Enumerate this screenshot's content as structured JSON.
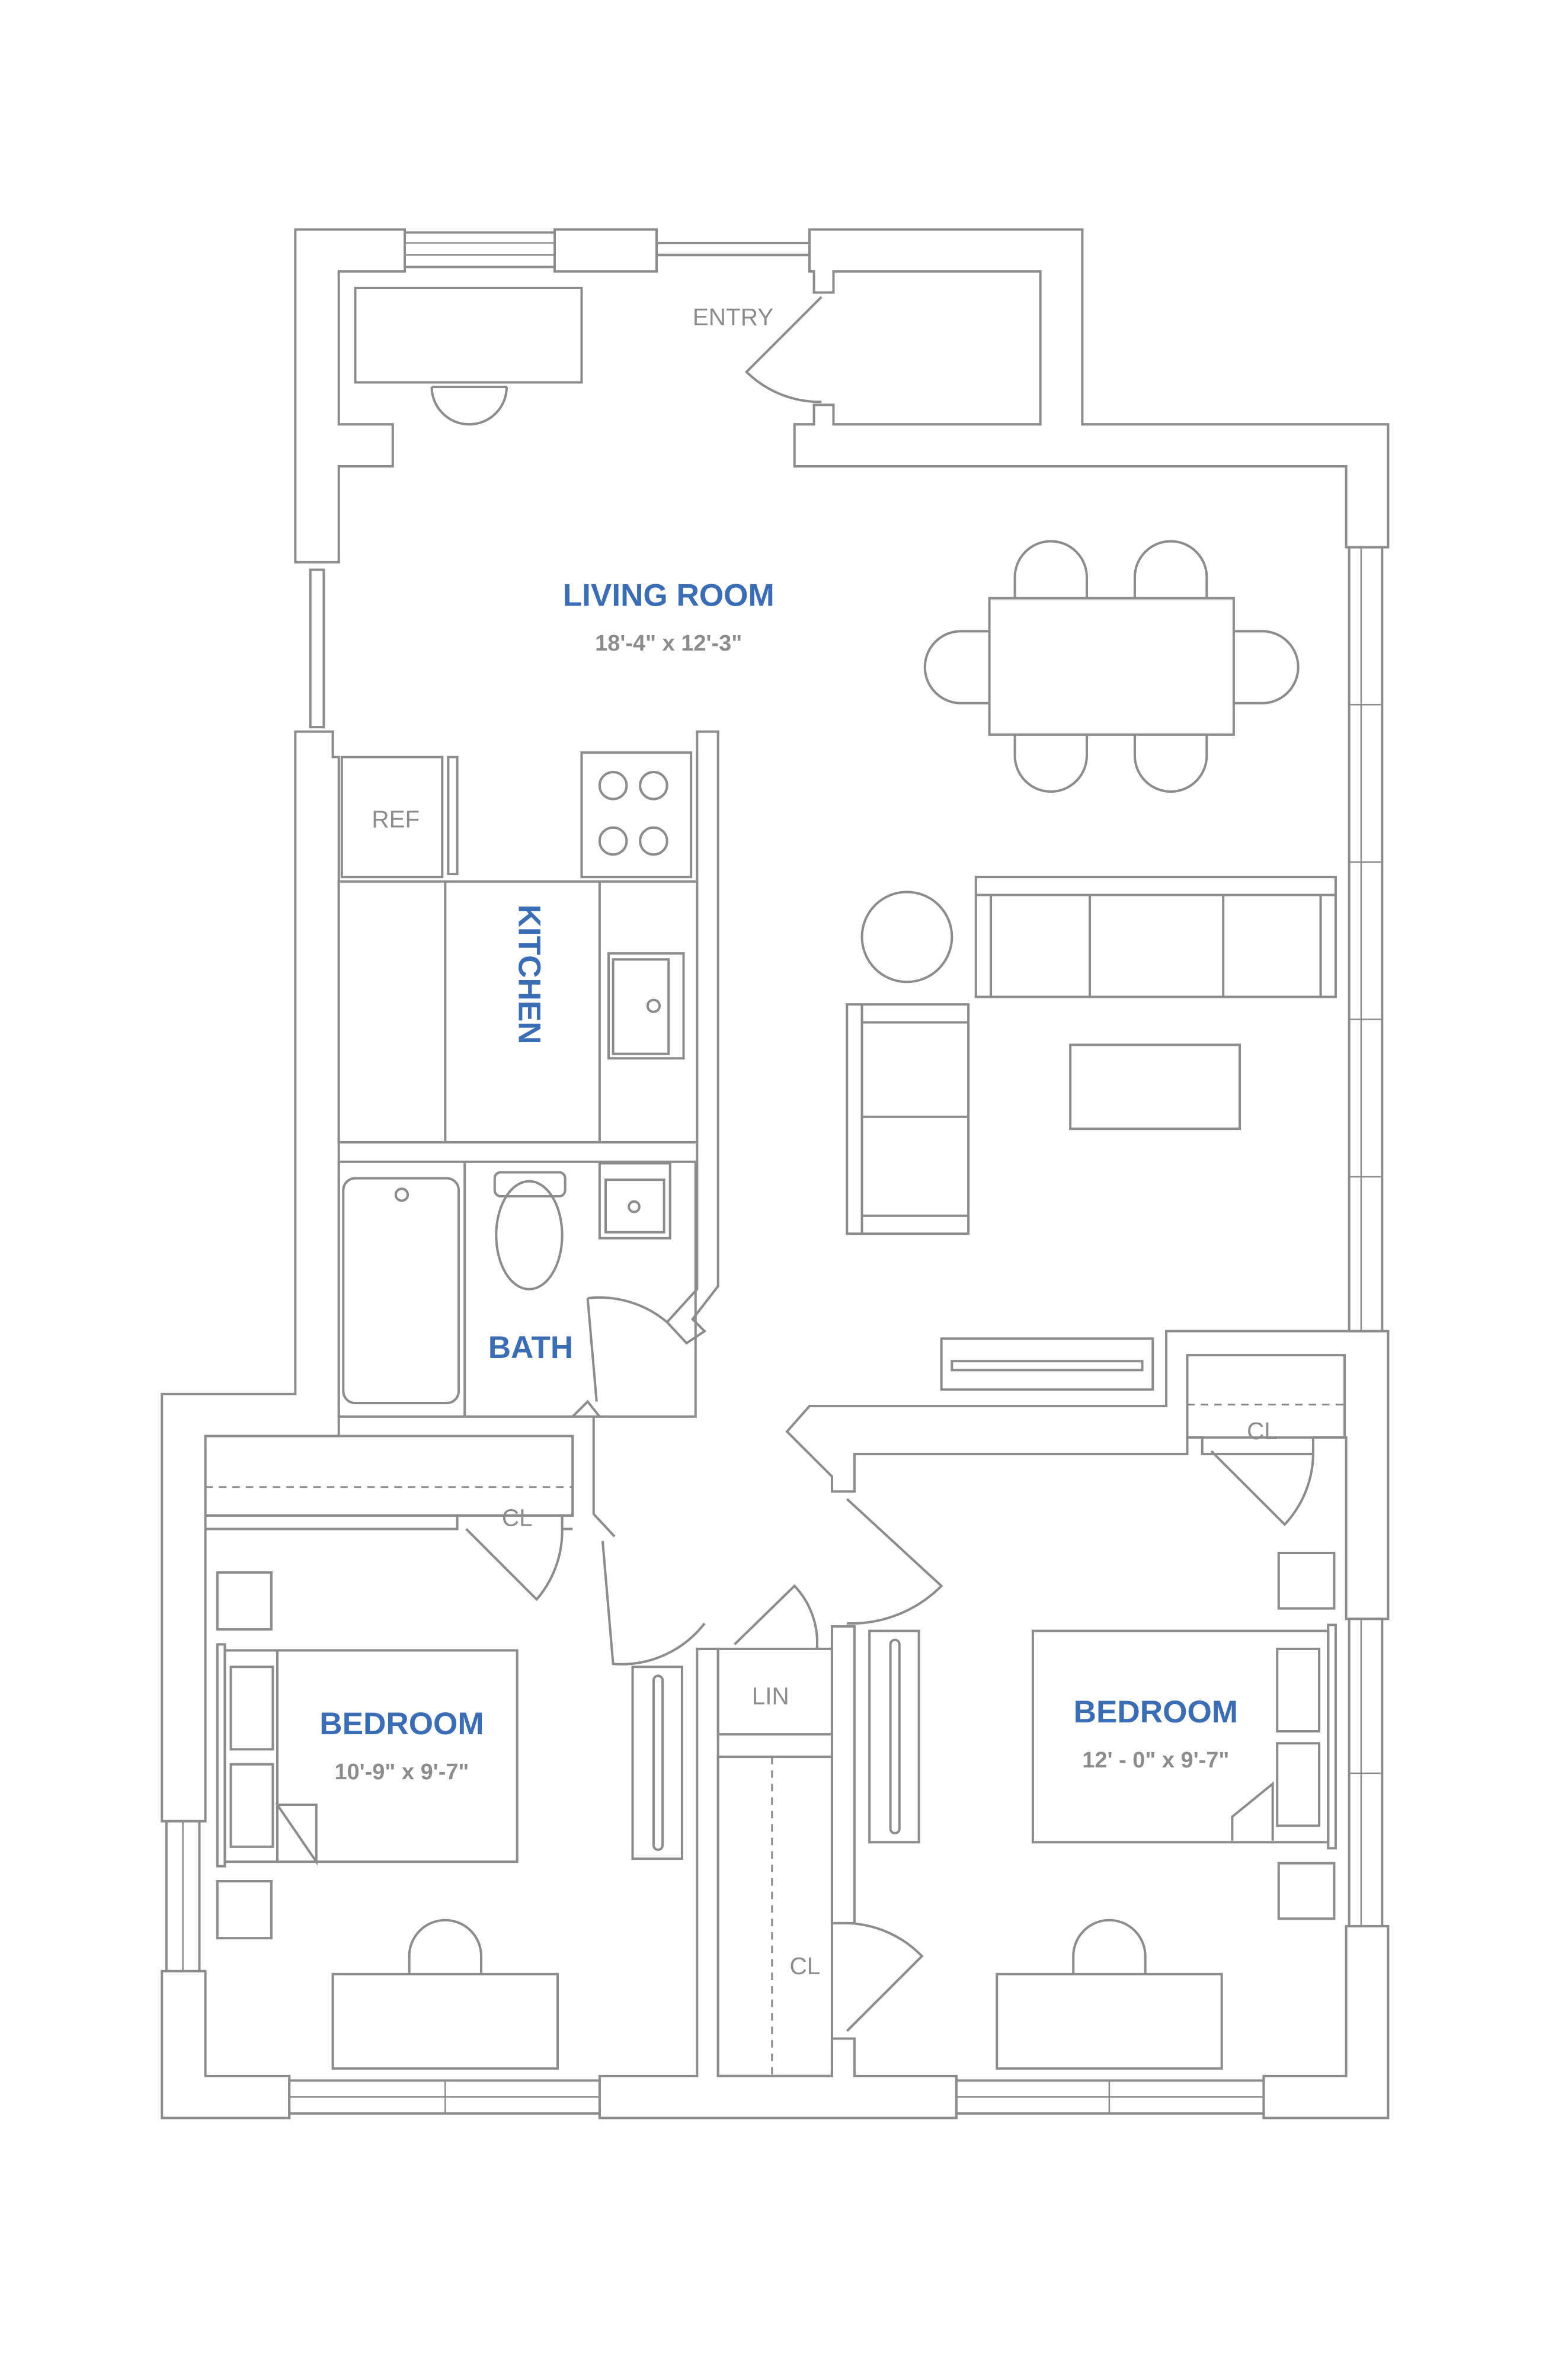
{
  "colors": {
    "label": "#3b6db5",
    "dimension": "#8c8c8f",
    "line": "#8c8c8f"
  },
  "rooms": {
    "living_room": {
      "name": "LIVING ROOM",
      "dims": "18'-4\" x 12'-3\""
    },
    "kitchen": {
      "name": "KITCHEN"
    },
    "bath": {
      "name": "BATH"
    },
    "bedroom_left": {
      "name": "BEDROOM",
      "dims": "10'-9\" x 9'-7\""
    },
    "bedroom_right": {
      "name": "BEDROOM",
      "dims": "12' - 0\" x 9'-7\""
    }
  },
  "small_labels": {
    "entry": "ENTRY",
    "ref": "REF",
    "closet_left": "CL",
    "closet_right": "CL",
    "closet_hall": "CL",
    "linen": "LIN"
  }
}
